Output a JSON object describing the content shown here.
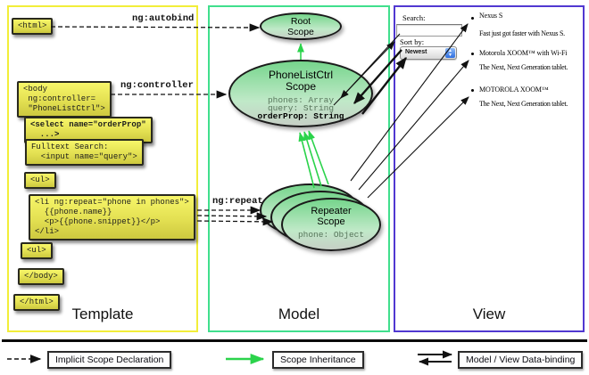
{
  "template_panel": {
    "label": "Template",
    "boxes": {
      "html_open": "<html>",
      "body_open": "<body\n ng:controller=\n \"PhoneListCtrl\">",
      "select": "<select name=\"orderProp\"\n  ...>",
      "fulltext": "Fulltext Search:\n  <input name=\"query\">",
      "ul_open": "<ul>",
      "li_repeat": "<li ng:repeat=\"phone in phones\">\n  {{phone.name}}\n  <p>{{phone.snippet}}</p>\n</li>",
      "ul_close": "<ul>",
      "body_close": "</body>",
      "html_close": "</html>"
    }
  },
  "model_panel": {
    "label": "Model",
    "root_scope": {
      "title": "Root\nScope"
    },
    "phonelist_scope": {
      "title": "PhoneListCtrl\nScope",
      "prop1": "phones: Array",
      "prop2": "query: String",
      "prop3": "orderProp: String"
    },
    "repeater_scope": {
      "title": "Repeater\nScope",
      "prop": "phone: Object"
    }
  },
  "view_panel": {
    "label": "View",
    "search_label": "Search:",
    "search_value": "",
    "sort_label": "Sort by:",
    "sort_value": "Newest",
    "items": [
      {
        "title": "Nexus S",
        "desc": "Fast just got faster with Nexus S."
      },
      {
        "title": "Motorola XOOM™ with Wi-Fi",
        "desc": "The Next, Next Generation tablet."
      },
      {
        "title": "MOTOROLA XOOM™",
        "desc": "The Next, Next Generation tablet."
      }
    ]
  },
  "annotations": {
    "autobind": "ng:autobind",
    "controller": "ng:controller",
    "repeat": "ng:repeat"
  },
  "legend": {
    "implicit": "Implicit Scope Declaration",
    "inheritance": "Scope Inheritance",
    "binding": "Model / View Data-binding"
  },
  "colors": {
    "template_border": "#f2ee39",
    "model_border": "#40df8d",
    "view_border": "#5138d1",
    "codebox_yellow": "#ede955",
    "scope_green": "#76d58c",
    "inheritance_arrow": "#2bd34b",
    "arrow_black": "#111111"
  }
}
